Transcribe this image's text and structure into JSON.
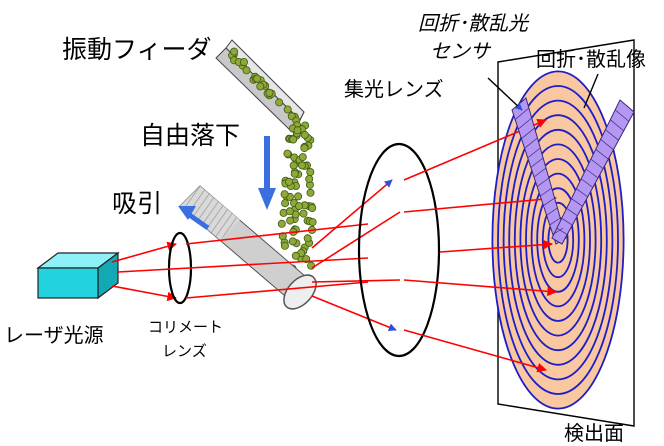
{
  "labels": {
    "vibration_feeder": "振動フィーダ",
    "free_fall": "自由落下",
    "suction": "吸引",
    "laser_source": "レーザ光源",
    "collimator_line1": "コリメート",
    "collimator_line2": "レンズ",
    "condenser_lens": "集光レンズ",
    "sensor_line1": "回折･散乱光",
    "sensor_line2": "センサ",
    "diffraction_image": "回折･散乱像",
    "detector_plane": "検出面"
  },
  "colors": {
    "laser_box": "#22d3df",
    "laser_beam": "#ff0000",
    "arrow_blue": "#3b6fe0",
    "particle": "#8fa83a",
    "particle_edge": "#3e5a10",
    "ring_fill": "#f9c7a0",
    "ring_line": "#1e1ec8",
    "sensor_fill": "#b497f2",
    "tube": "#d4d4d4"
  },
  "icons": {
    "laser": "laser-source-box",
    "feeder": "vibration-feeder-trough",
    "collimator": "collimator-lens",
    "condenser": "condenser-lens",
    "detector": "detector-plane",
    "sensor": "sensor-wedge"
  }
}
